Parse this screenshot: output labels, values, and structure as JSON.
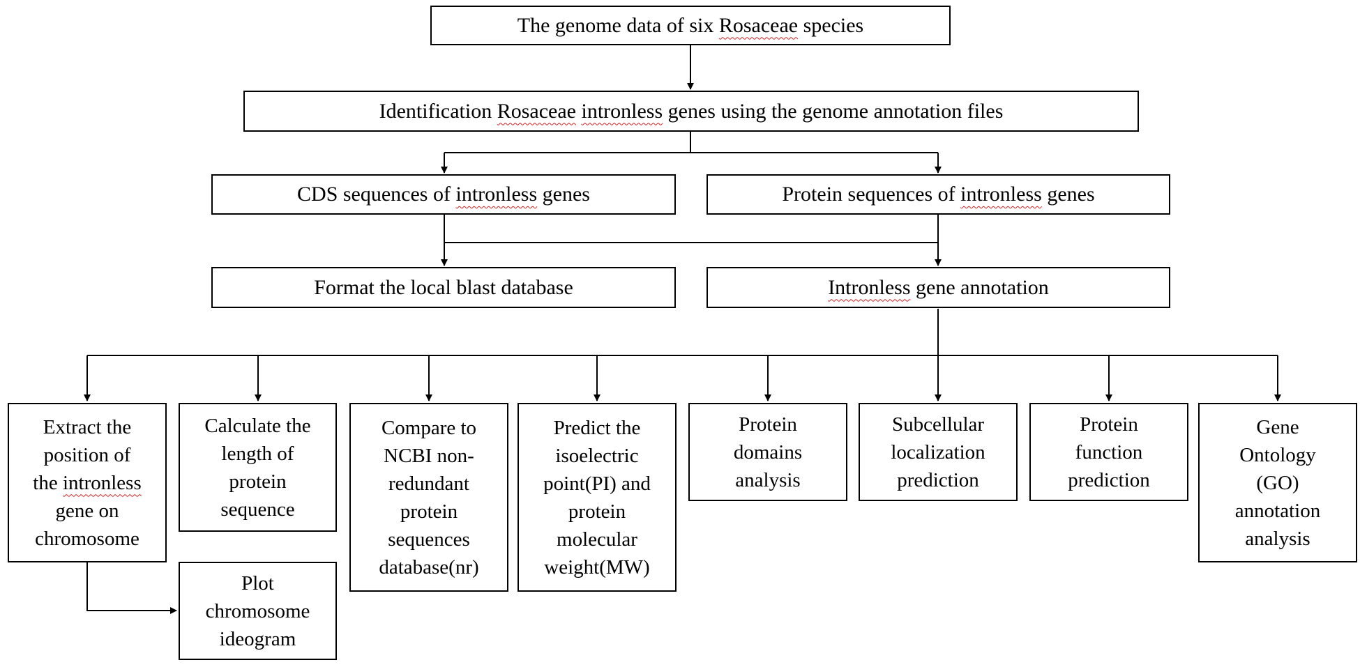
{
  "nodes": {
    "genome": "The genome data of six Rosaceae species",
    "identification": "Identification Rosaceae intronless genes using the genome annotation files",
    "cds": "CDS sequences of intronless genes",
    "protein_seq": "Protein sequences of intronless genes",
    "blast": "Format the local blast database",
    "annotation": "Intronless gene annotation",
    "extract": [
      "Extract the",
      "position of",
      "the intronless",
      "gene on",
      "chromosome"
    ],
    "length": [
      "Calculate the",
      "length of",
      "protein",
      "sequence"
    ],
    "compare": [
      "Compare to",
      "NCBI non-",
      "redundant",
      "protein",
      "sequences",
      "database(nr)"
    ],
    "predict": [
      "Predict the",
      "isoelectric",
      "point(PI) and",
      "protein",
      "molecular",
      "weight(MW)"
    ],
    "domains": [
      "Protein",
      "domains",
      "analysis"
    ],
    "subcellular": [
      "Subcellular",
      "localization",
      "prediction"
    ],
    "function": [
      "Protein",
      "function",
      "prediction"
    ],
    "go": [
      "Gene",
      "Ontology",
      "(GO)",
      "annotation",
      "analysis"
    ],
    "plot": [
      "Plot",
      "chromosome",
      "ideogram"
    ]
  },
  "colors": {
    "line": "#000000",
    "spellcheck_underline": "#d21f1f"
  }
}
